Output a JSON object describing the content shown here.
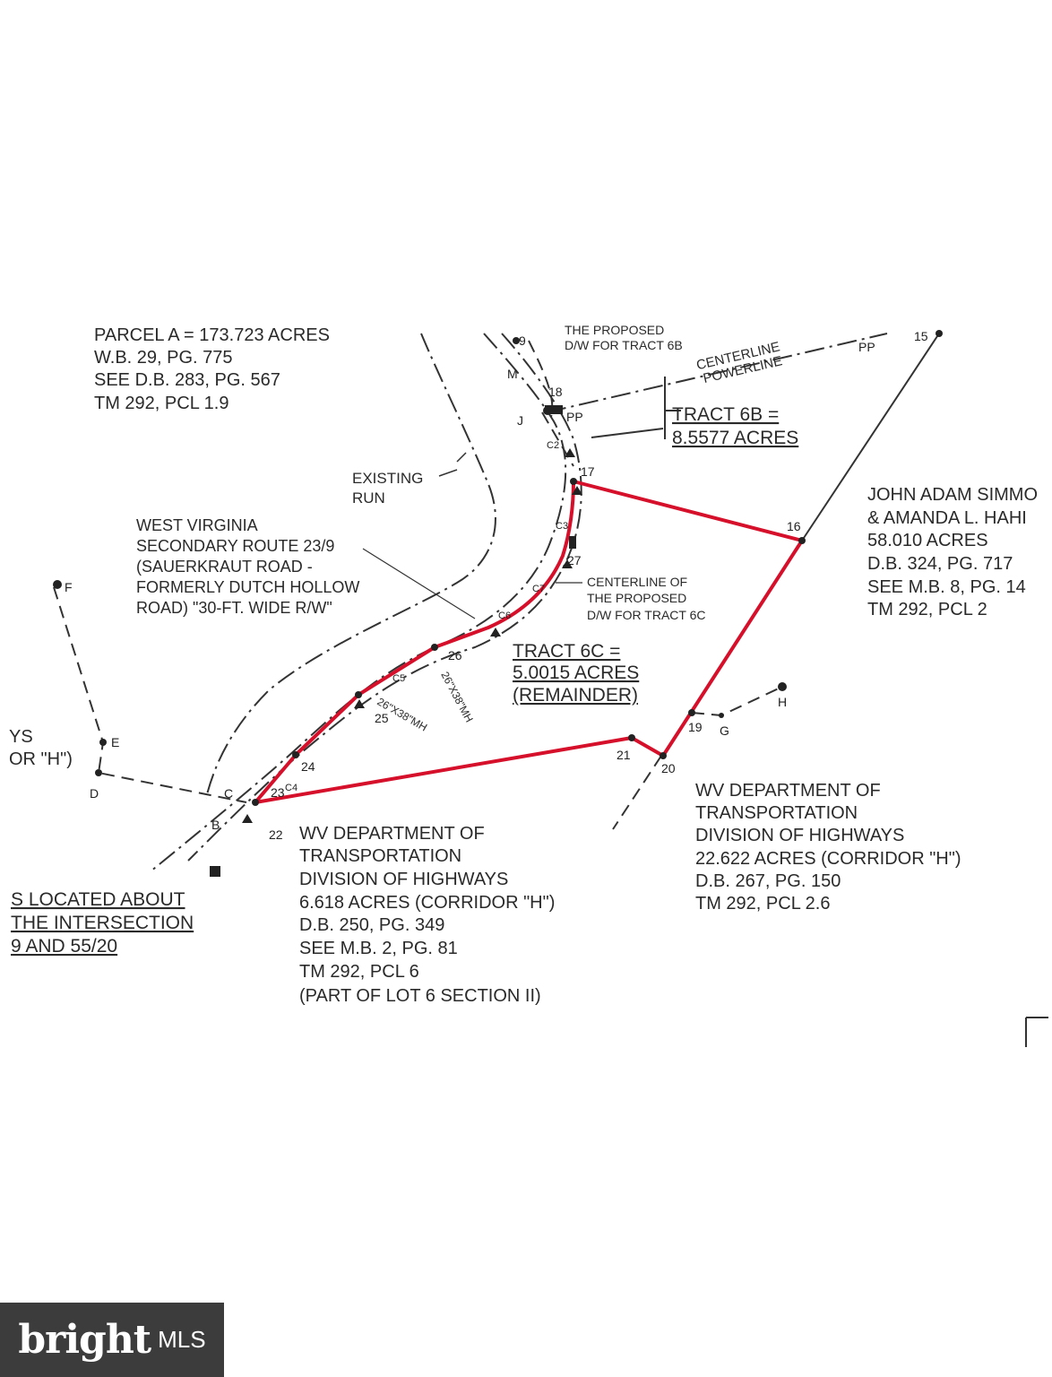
{
  "labels": {
    "parcel_a": [
      "PARCEL A = 173.723 ACRES",
      "W.B. 29, PG. 775",
      "SEE D.B. 283, PG. 567",
      "TM 292, PCL 1.9"
    ],
    "proposed_dw_6b": [
      "THE PROPOSED",
      "D/W FOR TRACT 6B"
    ],
    "centerline_powerline": [
      "CENTERLINE",
      "POWERLINE"
    ],
    "tract_6b": [
      "TRACT 6B =",
      "8.5577 ACRES"
    ],
    "existing_run": [
      "EXISTING",
      "RUN"
    ],
    "wv_route": [
      "WEST VIRGINIA",
      "SECONDARY ROUTE 23/9",
      "(SAUERKRAUT ROAD -",
      "FORMERLY DUTCH HOLLOW",
      "ROAD) \"30-FT. WIDE R/W\""
    ],
    "centerline_6c": [
      "CENTERLINE OF",
      "THE PROPOSED",
      "D/W FOR TRACT 6C"
    ],
    "tract_6c": [
      "TRACT 6C =",
      "5.0015 ACRES",
      "(REMAINDER)"
    ],
    "john_adam": [
      "JOHN ADAM SIMMO",
      "& AMANDA L. HAHI",
      "58.010 ACRES",
      "D.B. 324, PG. 717",
      "SEE M.B. 8, PG. 14",
      "TM 292, PCL 2"
    ],
    "wvdot_right": [
      "WV DEPARTMENT OF",
      "TRANSPORTATION",
      "DIVISION OF HIGHWAYS",
      "22.622 ACRES (CORRIDOR \"H\")",
      "D.B. 267, PG. 150",
      "TM 292, PCL 2.6"
    ],
    "wvdot_center": [
      "WV DEPARTMENT OF",
      "TRANSPORTATION",
      "DIVISION OF HIGHWAYS",
      "6.618 ACRES (CORRIDOR \"H\")",
      "D.B. 250, PG. 349",
      "SEE M.B. 2, PG. 81",
      "TM 292, PCL 6",
      "(PART OF LOT 6 SECTION II)"
    ],
    "left_partial": [
      "YS",
      "OR \"H\")"
    ],
    "location_note": [
      "S LOCATED ABOUT",
      "THE INTERSECTION",
      "9 AND 55/20"
    ],
    "culvert_1": "26\"X38\"MH",
    "culvert_2": "26\"X38\"MH"
  },
  "points": {
    "p9": "9",
    "p15": "15",
    "p16": "16",
    "p17": "17",
    "p18": "18",
    "p19": "19",
    "p20": "20",
    "p21": "21",
    "p22": "22",
    "p23": "23",
    "p24": "24",
    "p25": "25",
    "p26": "26",
    "p27": "27",
    "pB": "B",
    "pC": "C",
    "pD": "D",
    "pE": "E",
    "pF": "F",
    "pG": "G",
    "pH": "H",
    "pJ": "J",
    "pM": "M",
    "pp1": "PP",
    "pp2": "PP",
    "c2": "C2",
    "c3": "C3",
    "c4": "C4",
    "c5": "C5",
    "c6": "C6",
    "c7": "C7"
  },
  "logo": {
    "brand": "bright",
    "suffix": "MLS"
  },
  "colors": {
    "boundary": "#d6102a",
    "linework": "#333333",
    "logo_bg": "#3c3c3c"
  }
}
